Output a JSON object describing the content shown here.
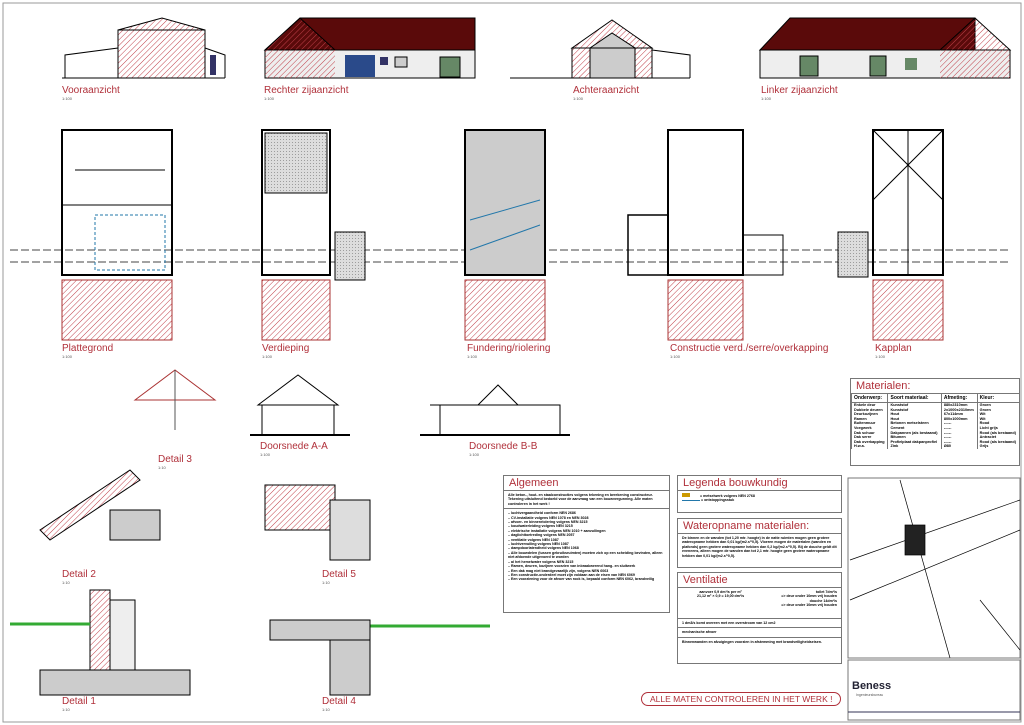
{
  "views": {
    "front": {
      "title": "Vooraanzicht",
      "scale": "1:100"
    },
    "right": {
      "title": "Rechter zijaanzicht",
      "scale": "1:100"
    },
    "back": {
      "title": "Achteraanzicht",
      "scale": "1:100"
    },
    "left": {
      "title": "Linker zijaanzicht",
      "scale": "1:100"
    },
    "ground": {
      "title": "Plattegrond",
      "scale": "1:100"
    },
    "floor": {
      "title": "Verdieping",
      "scale": "1:100"
    },
    "foundation": {
      "title": "Fundering/riolering",
      "scale": "1:100"
    },
    "construction": {
      "title": "Constructie verd./serre/overkapping",
      "scale": "1:100"
    },
    "truss": {
      "title": "Kapplan",
      "scale": "1:100"
    },
    "sectionA": {
      "title": "Doorsnede A-A",
      "scale": "1:100"
    },
    "sectionB": {
      "title": "Doorsnede B-B",
      "scale": "1:100"
    },
    "d1": {
      "title": "Detail 1",
      "scale": "1:10"
    },
    "d2": {
      "title": "Detail 2",
      "scale": "1:10"
    },
    "d3": {
      "title": "Detail 3",
      "scale": "1:10"
    },
    "d4": {
      "title": "Detail 4",
      "scale": "1:10"
    },
    "d5": {
      "title": "Detail 5",
      "scale": "1:10"
    }
  },
  "materials": {
    "title": "Materialen:",
    "headers": [
      "Onderwerp:",
      "Soort materiaal:",
      "Afmeting:",
      "Kleur:"
    ],
    "rows": [
      [
        "Enkele deur",
        "Kunststof",
        "880x2310mm",
        "Groen"
      ],
      [
        "Dubbele deuren",
        "Kunststof",
        "2x1000x2310mm",
        "Groen"
      ],
      [
        "Deurkozijnen",
        "Hout",
        "67x114mm",
        "Wit"
      ],
      [
        "Ramen",
        "Hout",
        "800x1000mm",
        "Wit"
      ],
      [
        "Buitenmuur",
        "Betonen metselsteen",
        "------",
        "Rood"
      ],
      [
        "Voegwerk",
        "Cement",
        "------",
        "Licht grijs"
      ],
      [
        "Dak schuur",
        "Dakpannen (als bestaand)",
        "------",
        "Rood (als bestaand)"
      ],
      [
        "Dak serre",
        "Bitumen",
        "------",
        "Antraciet"
      ],
      [
        "Dak overkapping",
        "Profielplaat dakpanprofiel",
        "------",
        "Rood (als bestaand)"
      ],
      [
        "H.w.a.",
        "Zink",
        "Ø80",
        "Grijs"
      ]
    ]
  },
  "algemeen": {
    "title": "Algemeen",
    "intro": "Alle beton-, hout- en staalconstructies volgens tekening en berekening constructeur. Tekening uitsluitend bedoeld voor de aanvraag van een bouwvergunning. Alle maten controleren in het werk !",
    "items": [
      "luchtvergaandheid conform NEN 2686",
      "CV-installatie volgens NEN 1078 en NEN 3028",
      "afvoer- en binnenriolering volgens NEN 3215",
      "koudwaterleiding volgens NEN 3215",
      "elektrische installatie volgens NEN 1010 + aanvullingen",
      "daglichttoetreding volgens NEN 2057",
      "ventilatie volgens NEN 1087",
      "luchtvervuiling volgens NEN 1087",
      "dampdoorlatendheid volgens NEN 1068",
      "Alle bouwdelen (tussen gebruiksruimten) moeten zich op een scheiding bevinden, alleen niet afdoende uitgevoerd te worden",
      "al het hemelwater volgens NEN 3215",
      "Ramen, deuren, kozijnen voorzien van inbraakwerend hang- en sluitwerk",
      "Een dak mag niet brandgevaarlijk zijn, volgens NEN 6063",
      "Een constructie-onderdeel moet zijn voldaan aan de eisen van NEN 6069",
      "Een voorziening voor de afvoer van rook is, bepaald conform NEN 6062, brandveilig"
    ]
  },
  "legend": {
    "title": "Legenda bouwkundig",
    "items": [
      "= metselwerk volgens NEN 2768",
      "= ontstoppingsstuk"
    ]
  },
  "water": {
    "title": "Wateropname materialen:",
    "text": "De binnen en de wanden (tot 1,20 mtr. hoogte) in de natte ruimten mogen geen grotere wateropname hebben dan 0,01 kg/(m2.s^0,5). Vloeren mogen de materialen (wanden en plafonds) geen grotere wateropname hebben dan 0,2 kg/(m2.s^0,5). Bij de douche geldt dit eveneens, alleen mogen de wanden dan tot 2,1 mtr. hoogte geen grotere wateropname hebben dan 0,01 kg/(m2.s^0,5)."
  },
  "ventilation": {
    "title": "Ventilatie",
    "calc1": "aanvoer 0,9 dm³/s per m²",
    "calc2": "21,12 m² × 0,9 = 19,00 dm³/s",
    "r1": "toilet 7dm³/s",
    "r2": "=> deur onder 10mm vrij houden",
    "r3": "douche 14dm³/s",
    "r4": "=> deur onder 10mm vrij houden",
    "notes": [
      "1 dm3/s komt overeen met een overstroom van 12 cm2",
      "mechanische afvoer",
      "Binnenwanden en afzuigingen voorzien in afstemming met brandveiligheidseisen."
    ]
  },
  "warning": "ALLE MATEN CONTROLEREN IN HET WERK !",
  "titleblock": {
    "logo": "Beness",
    "company": "Ingenieursbureau"
  },
  "colors": {
    "accent": "#b0303a",
    "roof": "#5a0a0a",
    "hatch": "#c0404a"
  }
}
